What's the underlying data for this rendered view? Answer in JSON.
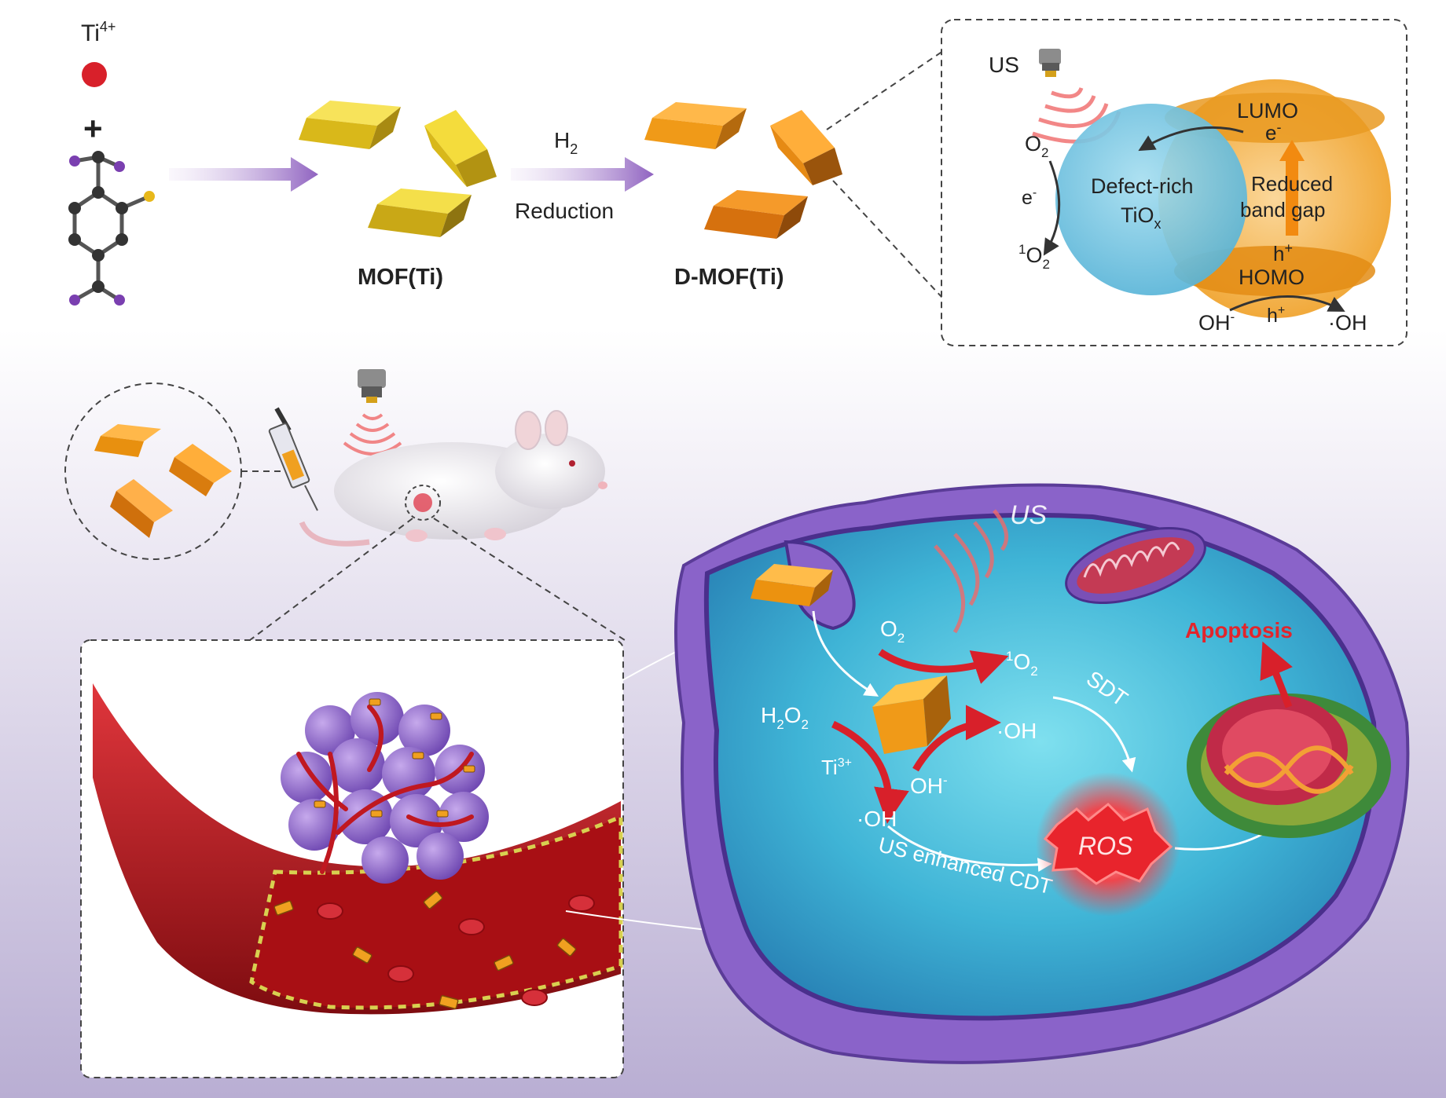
{
  "colors": {
    "crystal_yellow": "#e8c81a",
    "crystal_orange": "#f0a020",
    "arrow_purple": "#8f62c0",
    "ti_red": "#d8202a",
    "tio_blue": "#7fcde8",
    "band_orange": "#f5b84a",
    "cell_purple": "#8a63c9",
    "cytoplasm_cyan": "#43b8d8",
    "vessel_red": "#b3141a",
    "ros_red": "#e8242c",
    "apoptosis_red": "#e3242b"
  },
  "synthesis": {
    "ti_label": "Ti",
    "ti_charge": "4+",
    "plus_sign": "+",
    "h2_label": "H",
    "h2_sub": "2",
    "reduction_label": "Reduction",
    "mof_label": "MOF(Ti)",
    "dmof_label": "D-MOF(Ti)"
  },
  "mechanism": {
    "us_label": "US",
    "o2_label": "O",
    "o2_sub": "2",
    "e_label": "e",
    "e_sup": "-",
    "singlet_sup": "1",
    "singlet_label": "O",
    "singlet_sub": "2",
    "defect_line1": "Defect-rich",
    "defect_line2": "TiO",
    "defect_sub": "x",
    "lumo_label": "LUMO",
    "lumo_e": "e",
    "lumo_e_sup": "-",
    "reduced_line1": "Reduced",
    "reduced_line2": "band gap",
    "h_label": "h",
    "h_sup": "+",
    "homo_label": "HOMO",
    "oh_minus": "OH",
    "oh_minus_sup": "-",
    "h_arrow_label": "h",
    "h_arrow_sup": "+",
    "oh_radical": "·OH"
  },
  "cell": {
    "us_label": "US",
    "o2_label": "O",
    "o2_sub": "2",
    "singlet_sup": "1",
    "singlet_label": "O",
    "singlet_sub": "2",
    "h2o2_label_a": "H",
    "h2o2_sub_a": "2",
    "h2o2_label_b": "O",
    "h2o2_sub_b": "2",
    "oh_radical_top": "·OH",
    "ti3_label": "Ti",
    "ti3_sup": "3+",
    "oh_minus": "OH",
    "oh_minus_sup": "-",
    "oh_radical_bottom": "·OH",
    "sdt_label": "SDT",
    "us_cdt_label": "US enhanced CDT",
    "ros_label": "ROS",
    "apoptosis_label": "Apoptosis"
  }
}
